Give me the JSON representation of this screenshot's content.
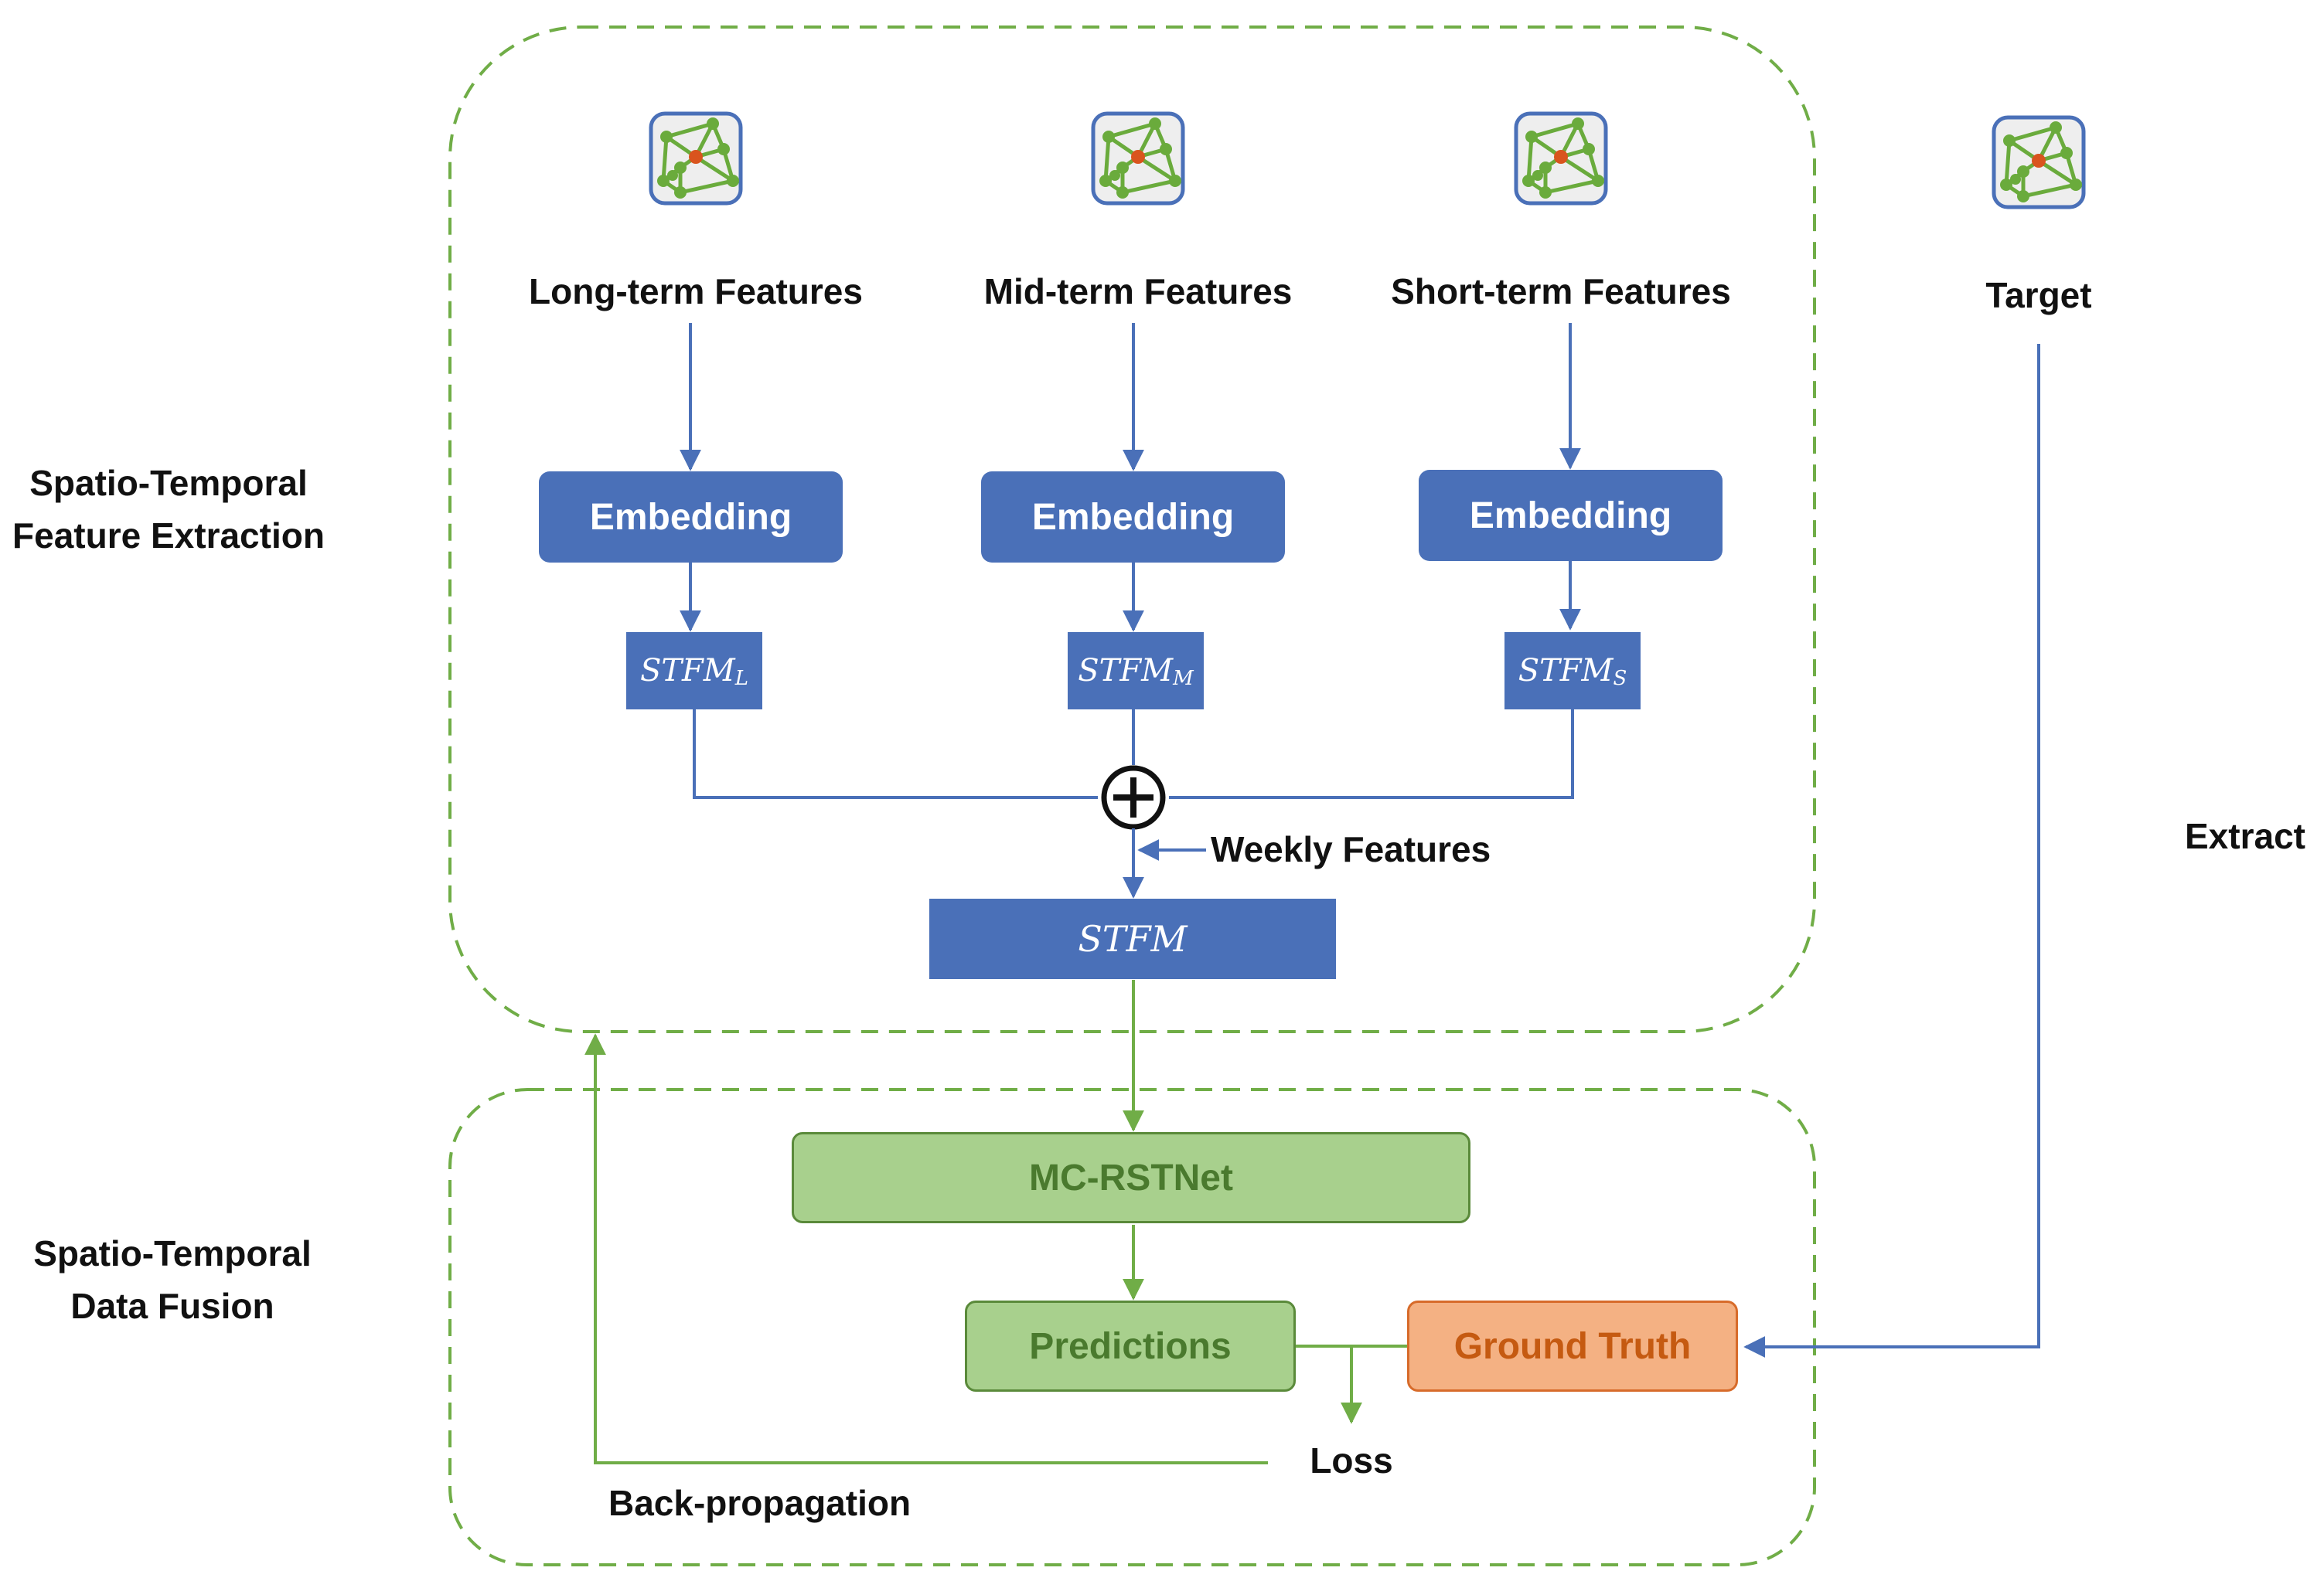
{
  "sections": {
    "extraction_title_line1": "Spatio-Temporal",
    "extraction_title_line2": "Feature Extraction",
    "fusion_title_line1": "Spatio-Temporal",
    "fusion_title_line2": "Data Fusion"
  },
  "features": {
    "long_term": "Long-term Features",
    "mid_term": "Mid-term Features",
    "short_term": "Short-term Features",
    "target": "Target"
  },
  "embedding": {
    "long_label": "Embedding",
    "mid_label": "Embedding",
    "short_label": "Embedding"
  },
  "stfm": {
    "base": "STFM",
    "sub_long": "L",
    "sub_mid": "M",
    "sub_short": "S",
    "fused": "STFM"
  },
  "fusion_operator": "⊕",
  "weekly_features": "Weekly Features",
  "extract": "Extract",
  "model": "MC-RSTNet",
  "predictions": "Predictions",
  "ground_truth": "Ground Truth",
  "loss": "Loss",
  "back_propagation": "Back-propagation",
  "colors": {
    "blue": "#4a70b8",
    "green_line": "#70ad47",
    "green_fill": "#a8d08d",
    "orange_fill": "#f4b183",
    "orange_text": "#c55a11",
    "node_orange": "#d9541e"
  },
  "icons": [
    "graph-network-icon",
    "graph-network-icon",
    "graph-network-icon",
    "graph-network-icon"
  ]
}
